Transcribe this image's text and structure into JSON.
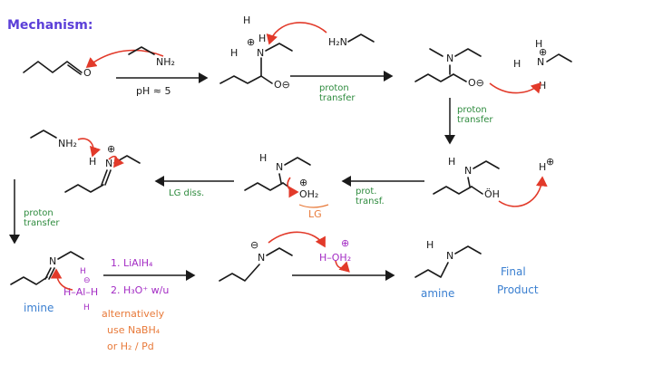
{
  "title": "Mechanism:",
  "labels": {
    "amine_reagent_1": "NH₂",
    "ph": "pH ≈ 5",
    "h2n_amine": "H₂N",
    "proton_transfer_1": [
      "proton",
      "transfer"
    ],
    "proton_transfer_2": [
      "proton",
      "transfer"
    ],
    "prot_transf": [
      "prot.",
      "transf."
    ],
    "lg_diss": "LG diss.",
    "lg": "LG",
    "proton_transfer_3": [
      "proton",
      "transfer"
    ],
    "h_plus": "H",
    "reagent_1": "1. LiAlH₄",
    "reagent_2": "2. H₃O⁺ w/u",
    "imine": "imine",
    "alternatively": [
      "alternatively",
      "use NaBH₄",
      "or H₂ / Pd"
    ],
    "h_oh2": "H–OH₂",
    "amine": "amine",
    "final_product": [
      "Final",
      "Product"
    ],
    "hydride": "H–Al–H"
  },
  "colors": {
    "title": "#5b3fd8",
    "green_text": "#2e8b3e",
    "orange_text": "#e87a3a",
    "purple_text": "#a32cc4",
    "blue_text": "#3a7fd0",
    "curved_arrow": "#e23a2a"
  }
}
